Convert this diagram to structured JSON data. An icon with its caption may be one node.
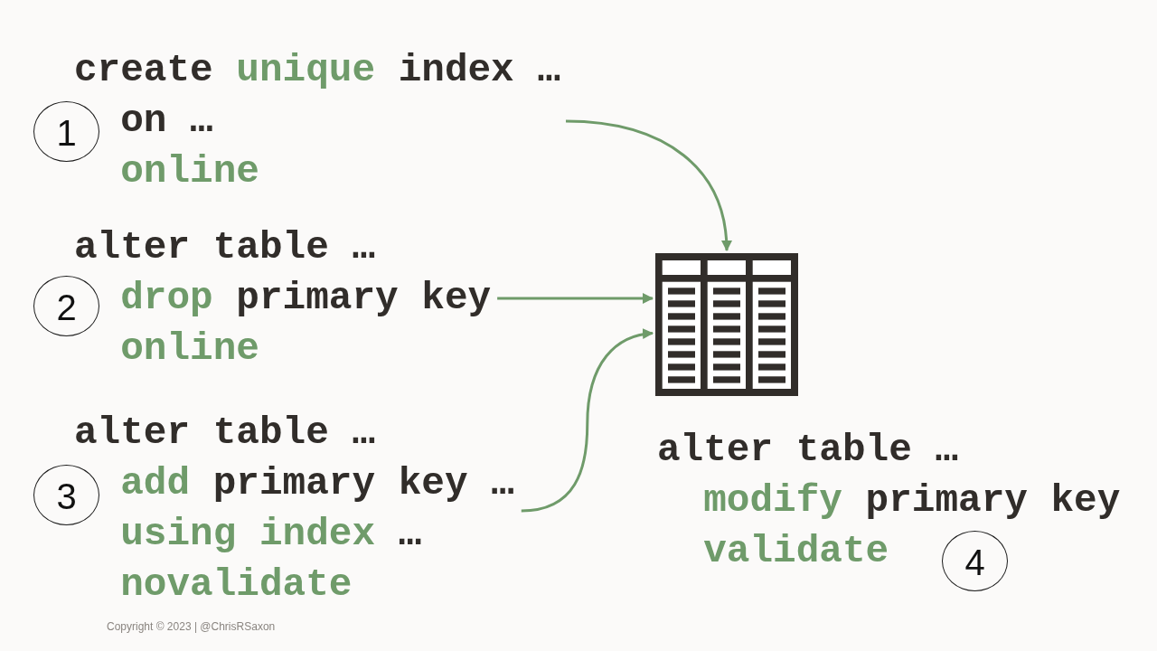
{
  "diagram": {
    "nodes": [
      {
        "text": [
          "create unique index …",
          "on …",
          "online"
        ]
      },
      {
        "text": [
          "1"
        ]
      },
      {
        "text": [
          "alter table …",
          "drop primary key",
          "online"
        ]
      },
      {
        "text": [
          "2"
        ]
      },
      {
        "text": [
          "alter table …",
          "add primary key …",
          "using index …",
          "novalidate"
        ]
      },
      {
        "text": [
          "3"
        ]
      },
      {
        "text": [],
        "shape": "table"
      },
      {
        "text": [
          "alter table …",
          "modify primary key",
          "validate"
        ]
      },
      {
        "text": [
          "4"
        ]
      }
    ],
    "edges": [
      {
        "from": 0,
        "to": 6,
        "arrow": "to"
      },
      {
        "from": 2,
        "to": 6,
        "arrow": "to"
      },
      {
        "from": 4,
        "to": 6,
        "arrow": "to"
      }
    ],
    "labels": [
      "Copyright © 2023 | @ChrisRSaxon"
    ]
  }
}
